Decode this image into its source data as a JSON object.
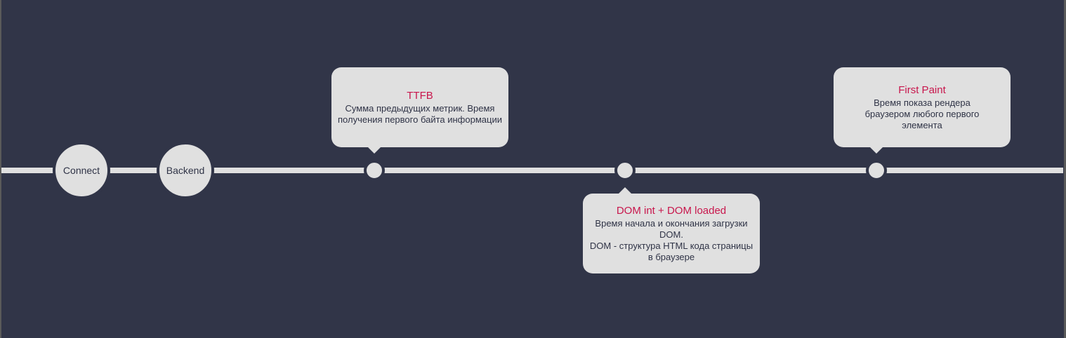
{
  "nodes": {
    "connect": "Connect",
    "backend": "Backend"
  },
  "callouts": {
    "ttfb": {
      "title": "TTFB",
      "text": "Сумма предыдущих метрик. Время получения первого байта информации"
    },
    "dom": {
      "title": "DOM int + DOM loaded",
      "line1": "Время начала и окончания загрузки DOM.",
      "line2": "DOM - структура HTML кода страницы в браузере"
    },
    "first_paint": {
      "title": "First Paint",
      "text": "Время показа рендера браузером любого первого элемента"
    }
  },
  "colors": {
    "background": "#313548",
    "accent": "#c8164c",
    "light": "#e0e0e0"
  }
}
